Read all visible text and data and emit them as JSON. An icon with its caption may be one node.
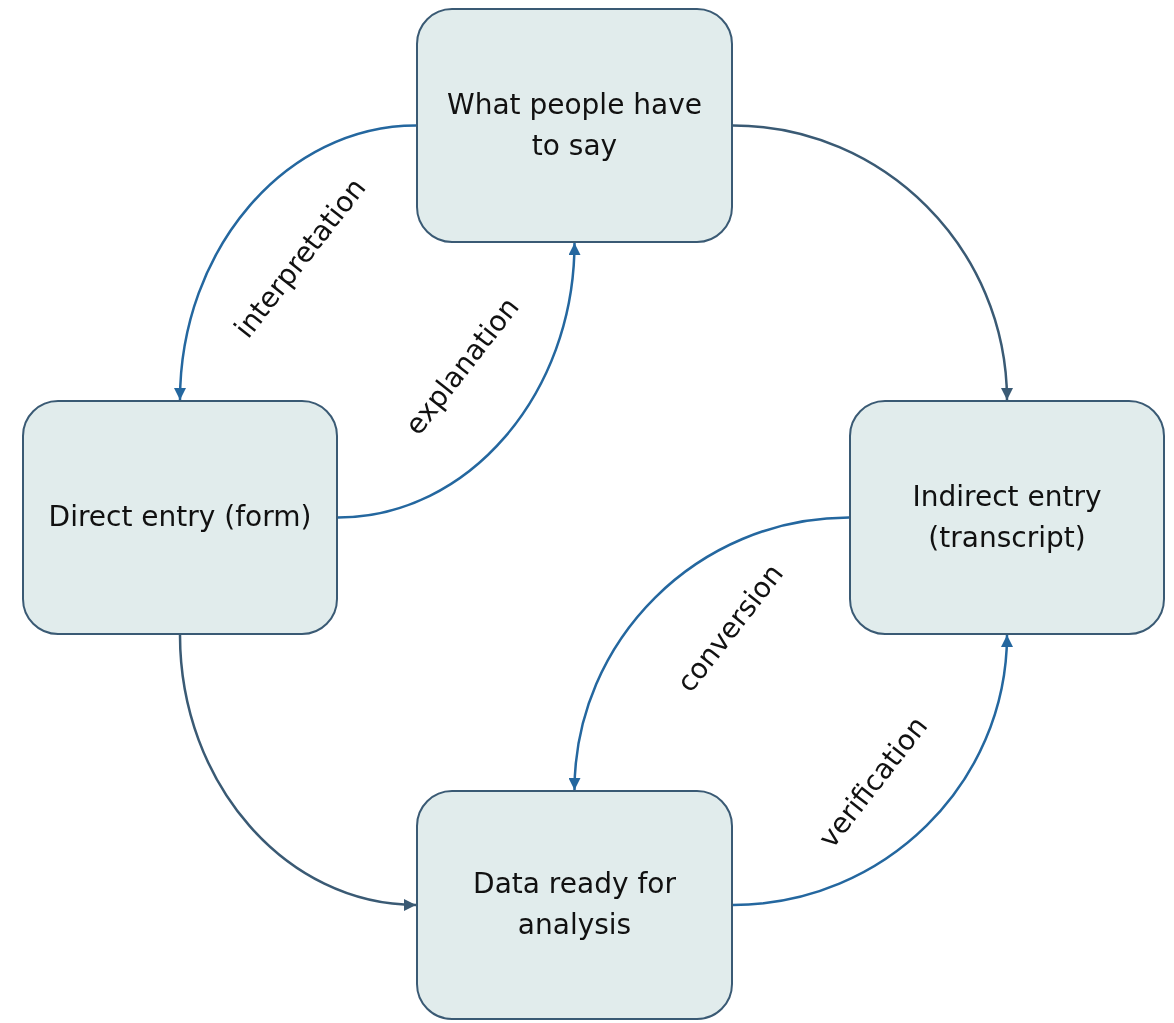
{
  "diagram": {
    "nodes": [
      {
        "text": [
          "What people have to say"
        ]
      },
      {
        "text": [
          "Direct entry (form)"
        ]
      },
      {
        "text": [
          "Indirect entry (transcript)"
        ]
      },
      {
        "text": [
          "Data ready for analysis"
        ]
      }
    ],
    "edges": [
      {
        "from": 0,
        "to": 1,
        "arrow": "to",
        "label": "interpretation"
      },
      {
        "from": 1,
        "to": 0,
        "arrow": "to",
        "label": "explanation"
      },
      {
        "from": 0,
        "to": 2,
        "arrow": "to",
        "color": "#3a5a74"
      },
      {
        "from": 1,
        "to": 3,
        "arrow": "to",
        "color": "#3a5a74"
      },
      {
        "from": 2,
        "to": 3,
        "arrow": "to",
        "label": "conversion"
      },
      {
        "from": 3,
        "to": 2,
        "arrow": "to",
        "label": "verification"
      }
    ]
  }
}
